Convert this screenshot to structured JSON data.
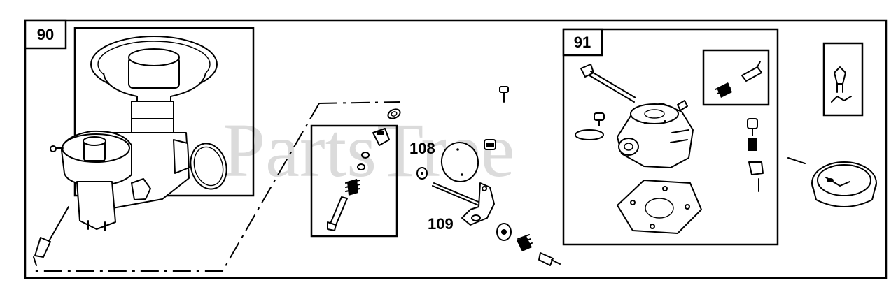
{
  "watermark": "PartsTree",
  "callouts": {
    "box_90": "90",
    "box_91": "91",
    "part_108": "108",
    "part_109": "109"
  },
  "icons": [
    "carburetor-assembly-icon",
    "needle-valve-kit-icon",
    "throttle-shaft-icon",
    "carburetor-body-icon",
    "float-bowl-icon"
  ]
}
